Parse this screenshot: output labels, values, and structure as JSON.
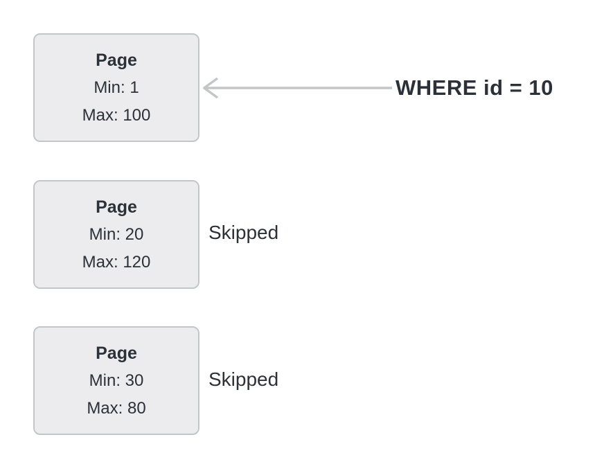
{
  "diagram": {
    "colors": {
      "background": "#ffffff",
      "box_fill": "#ececee",
      "box_border": "#c3c6c9",
      "arrow": "#c3c6c9",
      "text": "#2b3138"
    },
    "pages": [
      {
        "title": "Page",
        "min": "Min: 1",
        "max": "Max: 100",
        "annotation": "WHERE id = 10"
      },
      {
        "title": "Page",
        "min": "Min: 20",
        "max": "Max: 120",
        "annotation": "Skipped"
      },
      {
        "title": "Page",
        "min": "Min: 30",
        "max": "Max: 80",
        "annotation": "Skipped"
      }
    ]
  }
}
